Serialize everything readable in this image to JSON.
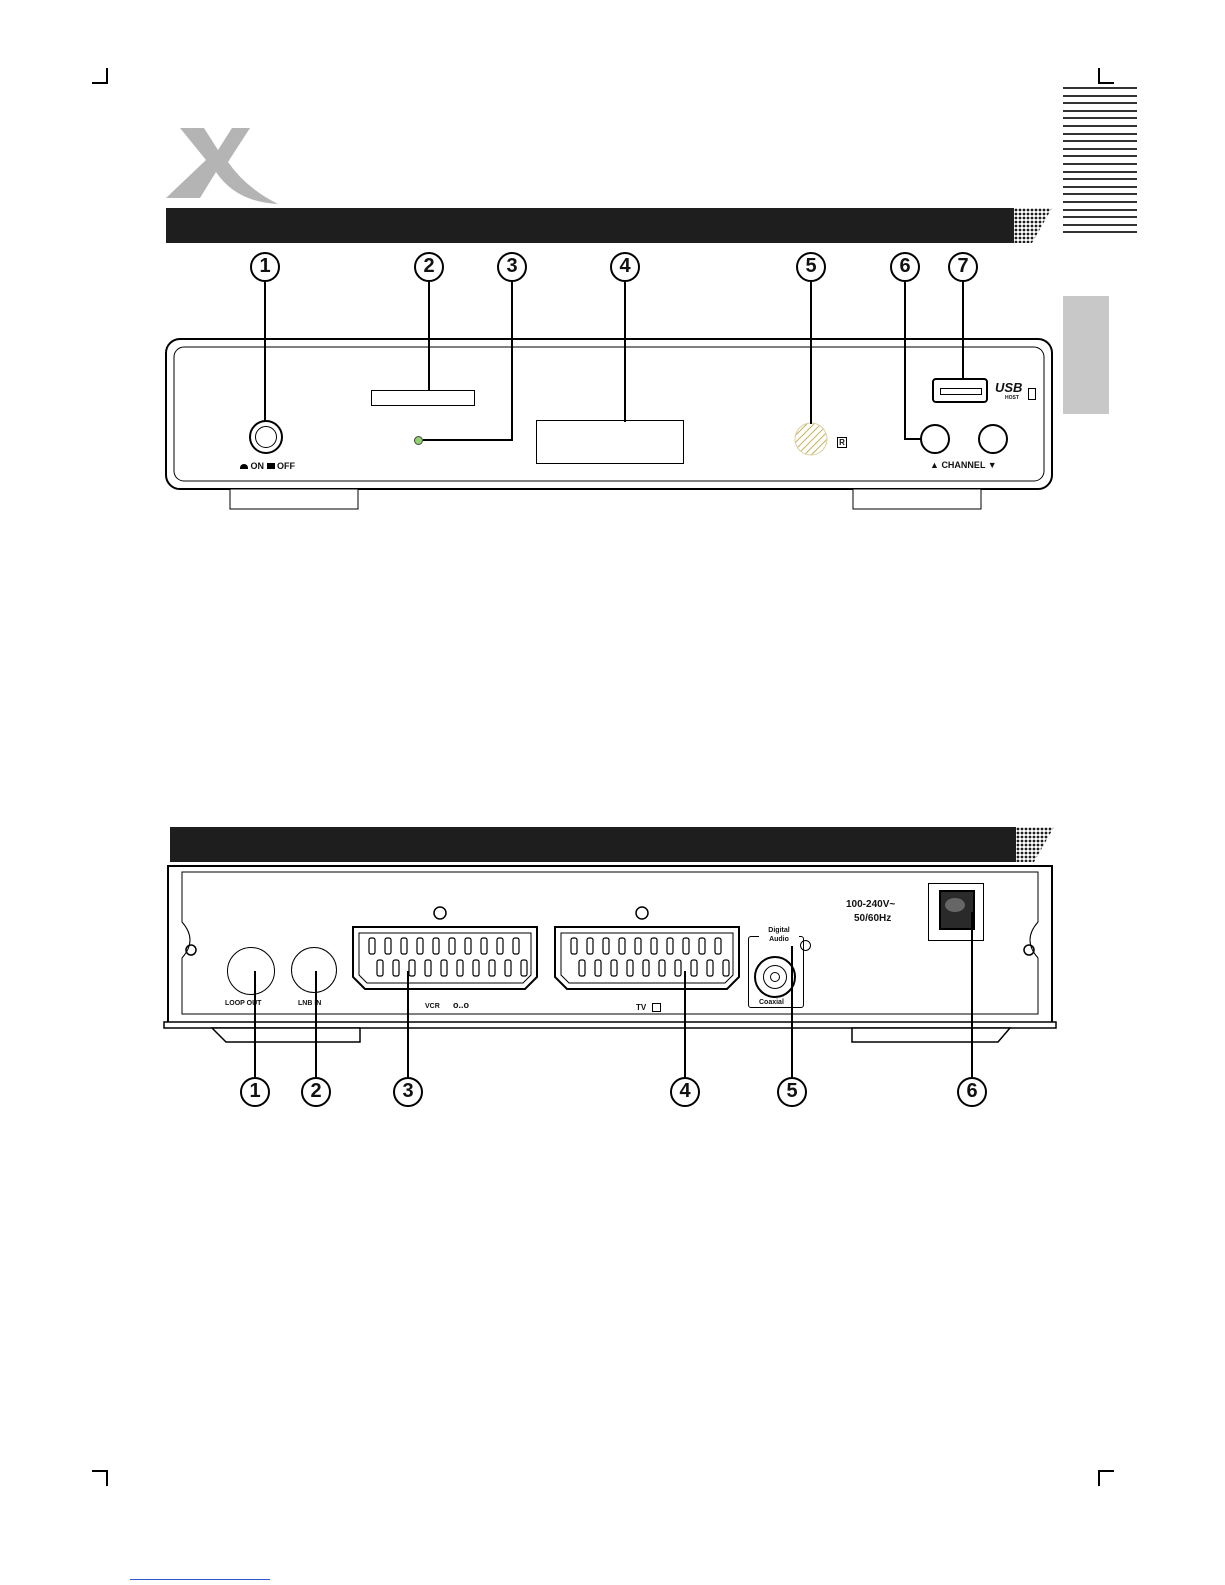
{
  "front_panel": {
    "callouts": [
      "1",
      "2",
      "3",
      "4",
      "5",
      "6",
      "7"
    ],
    "power_label_on": "ON",
    "power_label_off": "OFF",
    "usb_label": "USB",
    "usb_sublabel": "HOST",
    "channel_label": "CHANNEL",
    "ir_mark": "R"
  },
  "rear_panel": {
    "callouts": [
      "1",
      "2",
      "3",
      "4",
      "5",
      "6"
    ],
    "loop_out_label": "LOOP OUT",
    "lnb_in_label": "LNB IN",
    "vcr_label": "VCR",
    "tv_label": "TV",
    "digital_audio_label": "Digital Audio",
    "coaxial_label": "Coaxial",
    "voltage_label": "100-240V~",
    "frequency_label": "50/60Hz"
  },
  "colors": {
    "header_bar": "#1e1e1e",
    "side_tab": "#c8c8c8",
    "logo": "#b4b4b4",
    "led": "#8fd36b"
  }
}
